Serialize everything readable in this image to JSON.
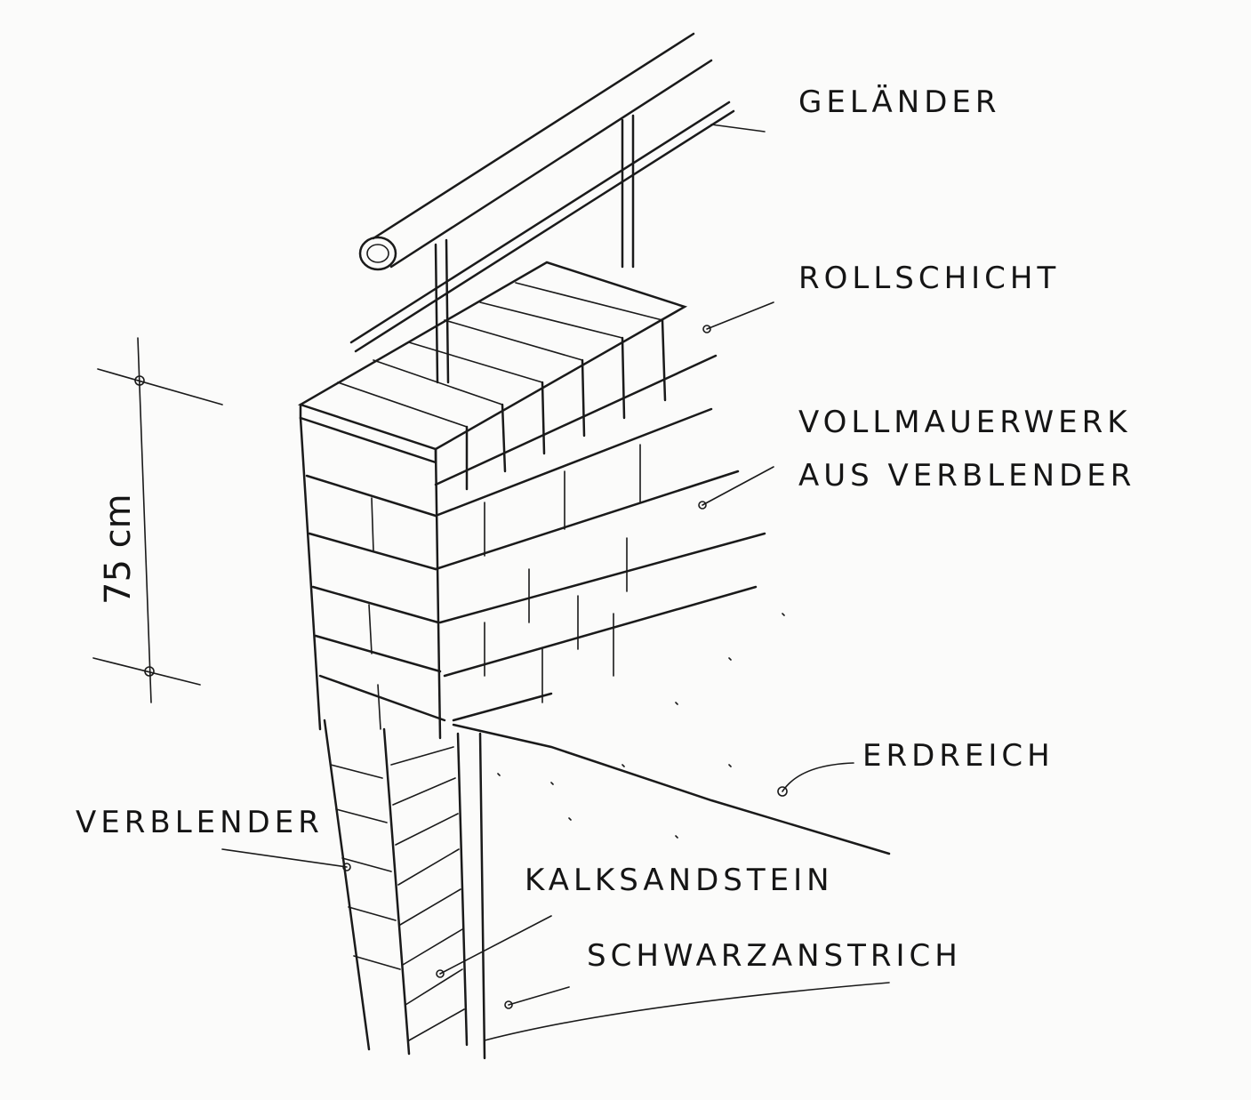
{
  "diagram": {
    "labels": {
      "gelaender": "GELÄNDER",
      "rollschicht": "ROLLSCHICHT",
      "vollmauerwerk_line1": "VOLLMAUERWERK",
      "vollmauerwerk_line2": "AUS VERBLENDER",
      "erdreich": "ERDREICH",
      "verblender": "VERBLENDER",
      "kalksandstein": "KALKSANDSTEIN",
      "schwarzanstrich": "SCHWARZANSTRICH"
    },
    "dimension": "75 cm"
  }
}
